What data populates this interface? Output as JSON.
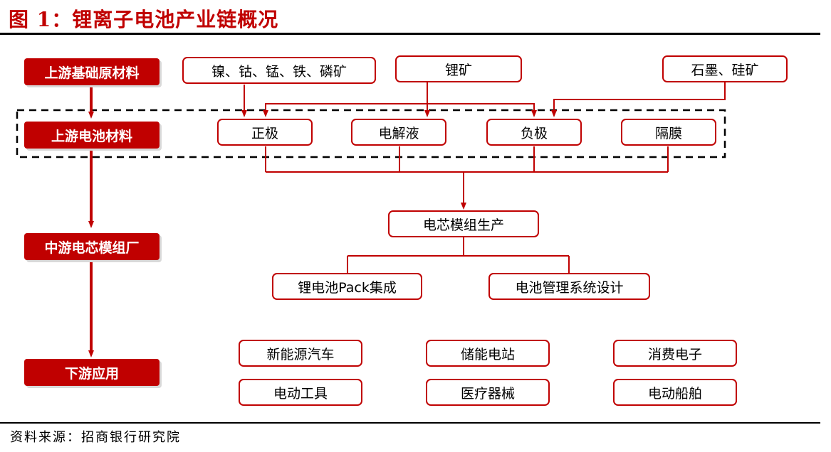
{
  "title": "图 1：锂离子电池产业链概况",
  "stages": {
    "upstream_raw": "上游基础原材料",
    "upstream_battery": "上游电池材料",
    "midstream": "中游电芯模组厂",
    "downstream": "下游应用"
  },
  "raw_materials": {
    "metals": "镍、钴、锰、铁、磷矿",
    "lithium": "锂矿",
    "graphite": "石墨、硅矿"
  },
  "battery_materials": {
    "cathode": "正极",
    "electrolyte": "电解液",
    "anode": "负极",
    "separator": "隔膜"
  },
  "midstream": {
    "cell_module": "电芯模组生产",
    "pack": "锂电池Pack集成",
    "bms": "电池管理系统设计"
  },
  "applications": {
    "ev": "新能源汽车",
    "storage": "储能电站",
    "consumer": "消费电子",
    "power_tools": "电动工具",
    "medical": "医疗器械",
    "ships": "电动船舶"
  },
  "source": "资料来源：招商银行研究院",
  "colors": {
    "accent": "#c00000",
    "line": "#c00000"
  }
}
